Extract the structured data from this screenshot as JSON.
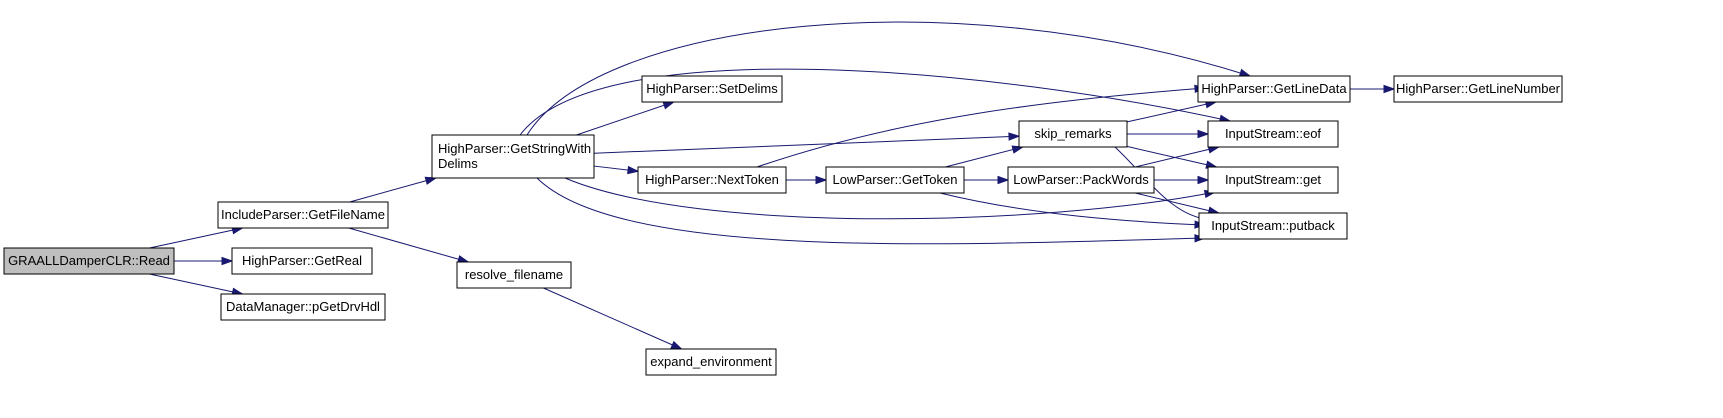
{
  "diagram": {
    "nodes": [
      {
        "id": "read",
        "lines": [
          "GRAALLDamperCLR::Read"
        ],
        "root": true
      },
      {
        "id": "getfilename",
        "lines": [
          "IncludeParser::GetFileName"
        ]
      },
      {
        "id": "getreal",
        "lines": [
          "HighParser::GetReal"
        ]
      },
      {
        "id": "pgetdrvhdl",
        "lines": [
          "DataManager::pGetDrvHdl"
        ]
      },
      {
        "id": "getstringwithdelims",
        "lines": [
          "HighParser::GetStringWith",
          "Delims"
        ]
      },
      {
        "id": "resolve_filename",
        "lines": [
          "resolve_filename"
        ]
      },
      {
        "id": "expand_environment",
        "lines": [
          "expand_environment"
        ]
      },
      {
        "id": "setdelims",
        "lines": [
          "HighParser::SetDelims"
        ]
      },
      {
        "id": "nexttoken",
        "lines": [
          "HighParser::NextToken"
        ]
      },
      {
        "id": "gettoken",
        "lines": [
          "LowParser::GetToken"
        ]
      },
      {
        "id": "skip_remarks",
        "lines": [
          "skip_remarks"
        ]
      },
      {
        "id": "packwords",
        "lines": [
          "LowParser::PackWords"
        ]
      },
      {
        "id": "getlinedata",
        "lines": [
          "HighParser::GetLineData"
        ]
      },
      {
        "id": "getlinenumber",
        "lines": [
          "HighParser::GetLineNumber"
        ]
      },
      {
        "id": "eof",
        "lines": [
          "InputStream::eof"
        ]
      },
      {
        "id": "get",
        "lines": [
          "InputStream::get"
        ]
      },
      {
        "id": "putback",
        "lines": [
          "InputStream::putback"
        ]
      }
    ],
    "edges": [
      [
        "read",
        "getfilename"
      ],
      [
        "read",
        "getreal"
      ],
      [
        "read",
        "pgetdrvhdl"
      ],
      [
        "getfilename",
        "getstringwithdelims"
      ],
      [
        "getfilename",
        "resolve_filename"
      ],
      [
        "resolve_filename",
        "expand_environment"
      ],
      [
        "getstringwithdelims",
        "setdelims"
      ],
      [
        "getstringwithdelims",
        "nexttoken"
      ],
      [
        "getstringwithdelims",
        "skip_remarks"
      ],
      [
        "getstringwithdelims",
        "getlinedata"
      ],
      [
        "getstringwithdelims",
        "eof"
      ],
      [
        "getstringwithdelims",
        "get"
      ],
      [
        "getstringwithdelims",
        "putback"
      ],
      [
        "nexttoken",
        "gettoken"
      ],
      [
        "nexttoken",
        "getlinedata"
      ],
      [
        "gettoken",
        "skip_remarks"
      ],
      [
        "gettoken",
        "packwords"
      ],
      [
        "gettoken",
        "putback"
      ],
      [
        "skip_remarks",
        "getlinedata"
      ],
      [
        "skip_remarks",
        "eof"
      ],
      [
        "skip_remarks",
        "get"
      ],
      [
        "skip_remarks",
        "putback"
      ],
      [
        "packwords",
        "eof"
      ],
      [
        "packwords",
        "get"
      ],
      [
        "packwords",
        "putback"
      ],
      [
        "getlinedata",
        "getlinenumber"
      ]
    ],
    "colors": {
      "edge": "#191970",
      "root_fill": "#bfbfbf",
      "node_fill": "#ffffff",
      "node_border": "#000000"
    }
  }
}
